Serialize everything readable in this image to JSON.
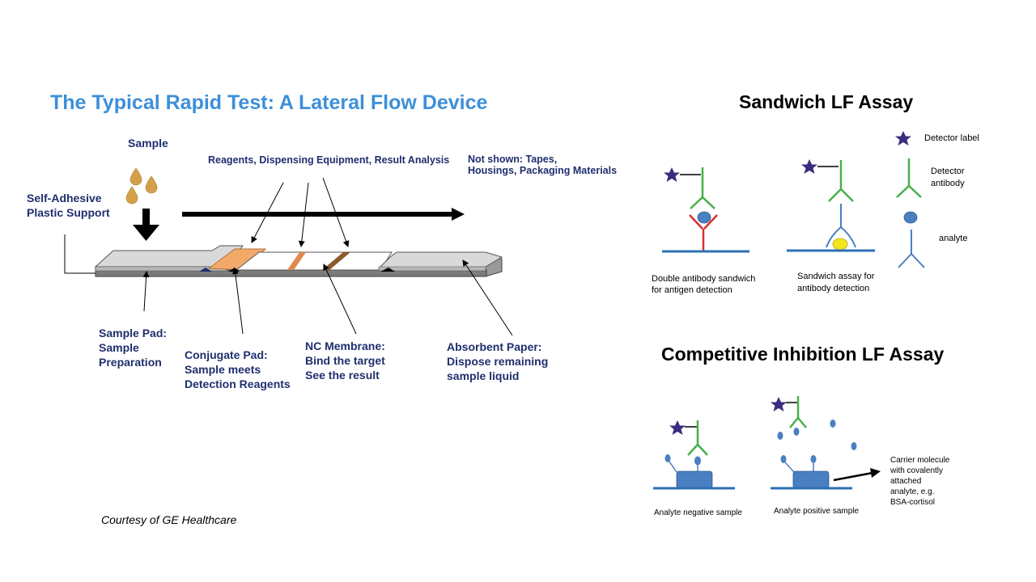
{
  "lateral_flow": {
    "title": "The Typical Rapid Test: A Lateral Flow Device",
    "sample": "Sample",
    "support": [
      "Self-Adhesive",
      "Plastic Support"
    ],
    "reagents": "Reagents, Dispensing Equipment, Result Analysis",
    "not_shown": [
      "Not shown: Tapes,",
      "Housings, Packaging Materials"
    ],
    "sample_pad": [
      "Sample Pad:",
      "Sample",
      "Preparation"
    ],
    "conjugate_pad": [
      "Conjugate Pad:",
      "Sample meets",
      "Detection Reagents"
    ],
    "nc_membrane": [
      "NC Membrane:",
      "Bind the target",
      "See the result"
    ],
    "absorbent": [
      "Absorbent Paper:",
      "Dispose remaining",
      "sample liquid"
    ]
  },
  "credit": "Courtesy of GE Healthcare",
  "sandwich": {
    "title": "Sandwich LF Assay",
    "legend_detector_label": "Detector label",
    "legend_detector_antibody": [
      "Detector",
      "antibody"
    ],
    "legend_analyte": "analyte",
    "caption_antigen": [
      "Double antibody sandwich",
      "for antigen detection"
    ],
    "caption_antibody": [
      "Sandwich assay for",
      "antibody detection"
    ]
  },
  "competitive": {
    "title": "Competitive Inhibition LF Assay",
    "caption_negative": "Analyte negative sample",
    "caption_positive": "Analyte positive sample",
    "carrier": [
      "Carrier molecule",
      "with covalently",
      "attached",
      "analyte, e.g.",
      "BSA-cortisol"
    ]
  },
  "colors": {
    "title_blue": "#3d8fd8",
    "label_navy": "#1f2f6e",
    "antibody_green": "#47b04a",
    "capture_red": "#d9302c",
    "analyte_blue": "#4a7fc1",
    "surface_blue": "#2e6fb5",
    "star_purple": "#3a2d80",
    "yellow": "#f2e51c",
    "conjugate_orange": "#f2a96a",
    "line_orange": "#e0894f",
    "line_brown": "#8a5a2b"
  }
}
